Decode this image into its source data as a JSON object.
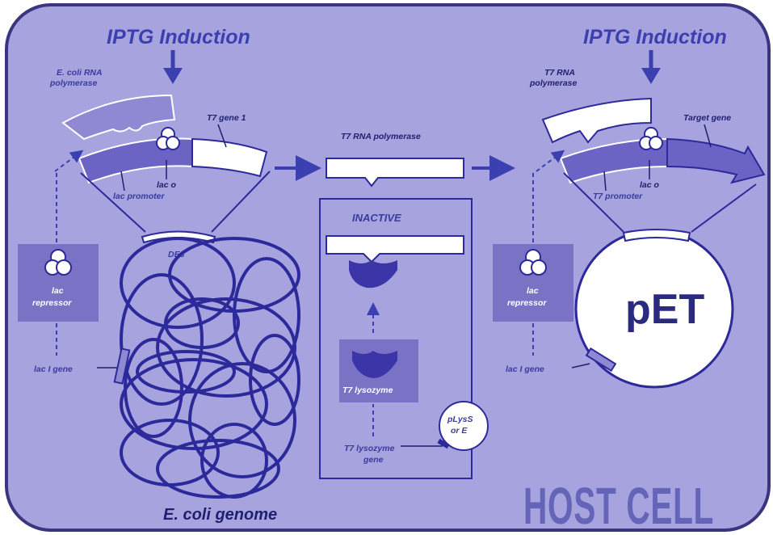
{
  "colors": {
    "cell_fill": "#a7a3de",
    "cell_border": "#3a3580",
    "dna": "#2c2a9a",
    "arrow": "#3b3fb0",
    "box_fill": "#7a72c4",
    "protein_fill": "#3b35a8",
    "white": "#ffffff"
  },
  "left": {
    "induction": "IPTG Induction",
    "rna_pol_line1": "E. coli RNA",
    "rna_pol_line2": "polymerase",
    "t7_gene": "T7 gene 1",
    "lac_o": "lac  o",
    "lac_promoter": "lac promoter",
    "de3": "DE3",
    "repressor_line1": "lac",
    "repressor_line2": "repressor",
    "laci_gene": "lac I gene",
    "genome": "E. coli genome"
  },
  "middle": {
    "t7_rna_pol": "T7 RNA polymerase",
    "inactive": "INACTIVE",
    "lysozyme": "T7 lysozyme",
    "lysozyme_gene_line1": "T7 lysozyme",
    "lysozyme_gene_line2": "gene",
    "plys_line1": "pLysS",
    "plys_line2": "or E"
  },
  "right": {
    "induction": "IPTG Induction",
    "t7_pol_line1": "T7 RNA",
    "t7_pol_line2": "polymerase",
    "target_gene": "Target gene",
    "lac_o": "lac  o",
    "t7_promoter": "T7 promoter",
    "repressor_line1": "lac",
    "repressor_line2": "repressor",
    "laci_gene": "lac I  gene",
    "plasmid": "pET"
  },
  "host_cell": "HOST CELL"
}
